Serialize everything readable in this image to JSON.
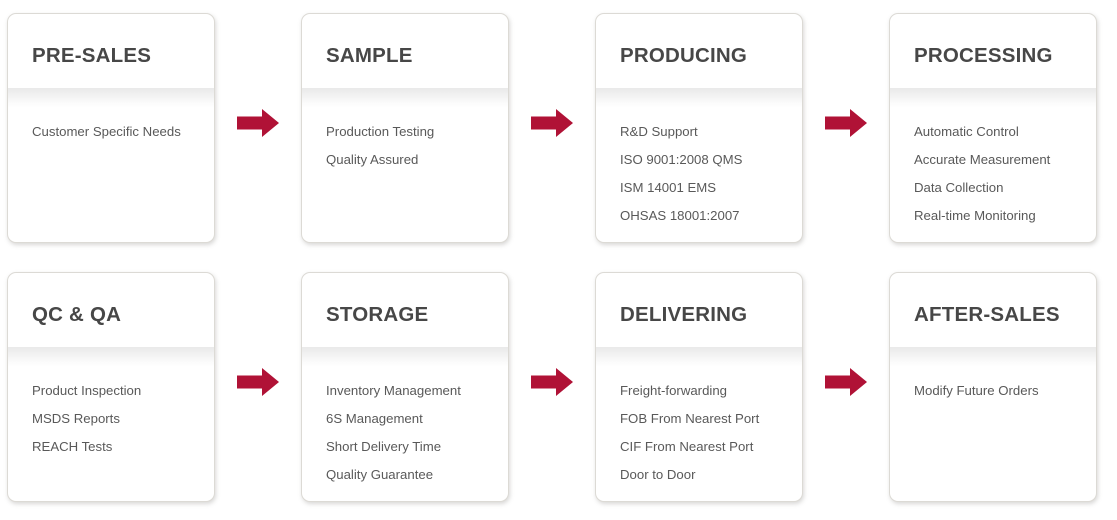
{
  "diagram": {
    "arrow_color": "#b01236",
    "card_title_color": "#474747",
    "card_text_color": "#595959",
    "arrow_icon_name": "right-arrow-icon"
  },
  "rows": [
    {
      "name": "top-row",
      "cards": [
        {
          "id": "pre-sales",
          "title": "PRE-SALES",
          "items": [
            "Customer Specific Needs"
          ]
        },
        {
          "id": "sample",
          "title": "SAMPLE",
          "items": [
            "Production Testing",
            "Quality Assured"
          ]
        },
        {
          "id": "producing",
          "title": "PRODUCING",
          "items": [
            "R&D Support",
            "ISO 9001:2008 QMS",
            "ISM 14001 EMS",
            "OHSAS 18001:2007"
          ]
        },
        {
          "id": "processing",
          "title": "PROCESSING",
          "items": [
            "Automatic Control",
            "Accurate Measurement",
            "Data Collection",
            "Real-time Monitoring"
          ]
        }
      ]
    },
    {
      "name": "bottom-row",
      "cards": [
        {
          "id": "qc-qa",
          "title": "QC & QA",
          "items": [
            "Product Inspection",
            "MSDS Reports",
            "REACH Tests"
          ]
        },
        {
          "id": "storage",
          "title": "STORAGE",
          "items": [
            "Inventory Management",
            "6S Management",
            "Short Delivery Time",
            "Quality Guarantee"
          ]
        },
        {
          "id": "delivering",
          "title": "DELIVERING",
          "items": [
            "Freight-forwarding",
            "FOB From Nearest Port",
            "CIF From Nearest Port",
            "Door to Door"
          ]
        },
        {
          "id": "after-sales",
          "title": "AFTER-SALES",
          "items": [
            "Modify Future Orders"
          ]
        }
      ]
    }
  ]
}
